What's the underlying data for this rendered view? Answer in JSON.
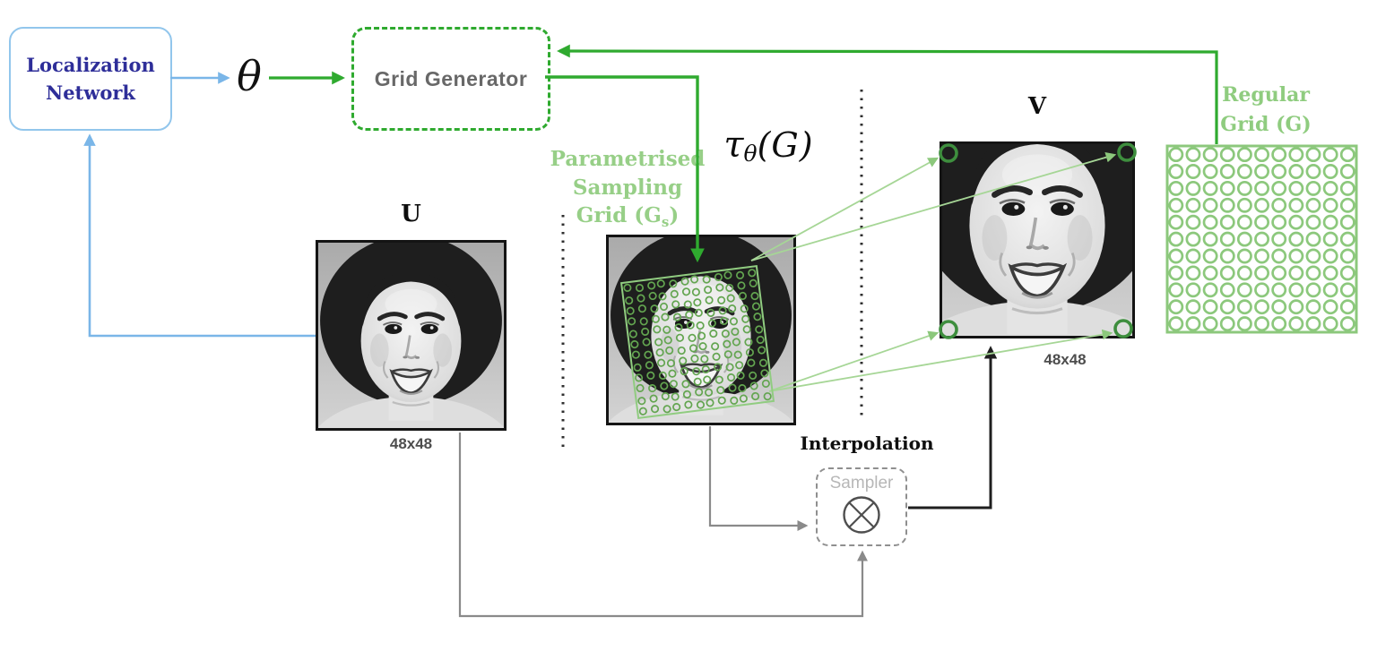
{
  "colors": {
    "blue_arrow": "#7ab6e8",
    "green_dark": "#2faa2f",
    "green_label": "#97cf87",
    "green_grid": "#8cc87c",
    "green_fan": "#a6d696",
    "gray_line": "#8a8a8a",
    "black_line": "#1f1f1f",
    "navy_text": "#2e2e99",
    "gridgen_text": "#686868"
  },
  "nodes": {
    "localization": {
      "line1": "Localization",
      "line2": "Network"
    },
    "grid_generator": "Grid Generator",
    "interpolation": "Interpolation",
    "sampler": "Sampler"
  },
  "symbols": {
    "theta": "θ",
    "tau": "τ",
    "tau_sub": "θ",
    "tau_arg": "(G)",
    "otimes": "⊗"
  },
  "labels": {
    "u": "U",
    "u_size": "48x48",
    "v": "V",
    "v_size": "48x48",
    "sampling_grid": {
      "line1": "Parametrised",
      "line2": "Sampling",
      "line3_prefix": "Grid (G",
      "line3_sub": "s",
      "line3_suffix": ")"
    },
    "regular_grid": {
      "line1": "Regular",
      "line2": "Grid (G)"
    }
  },
  "grids": {
    "regular": {
      "rows": 11,
      "cols": 11
    },
    "sampling": {
      "rows": 12,
      "cols": 12
    }
  }
}
